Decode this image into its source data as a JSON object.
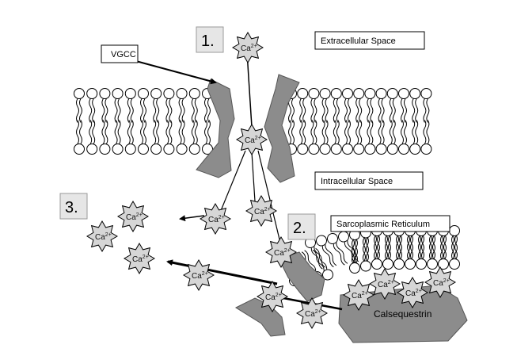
{
  "labels": {
    "vgcc": "VGCC",
    "extracellular": "Extracellular Space",
    "intracellular": "Intracellular Space",
    "sarcoplasmic": "Sarcoplasmic Reticulum",
    "calsequestrin": "Calsequestrin"
  },
  "steps": [
    "1.",
    "2.",
    "3."
  ],
  "ion": "Ca",
  "ion_charge": "2+",
  "colors": {
    "protein": "#8c8c8c",
    "ion_fill": "#d6d6d6",
    "step_box": "#e6e6e6",
    "outline": "#000000"
  }
}
